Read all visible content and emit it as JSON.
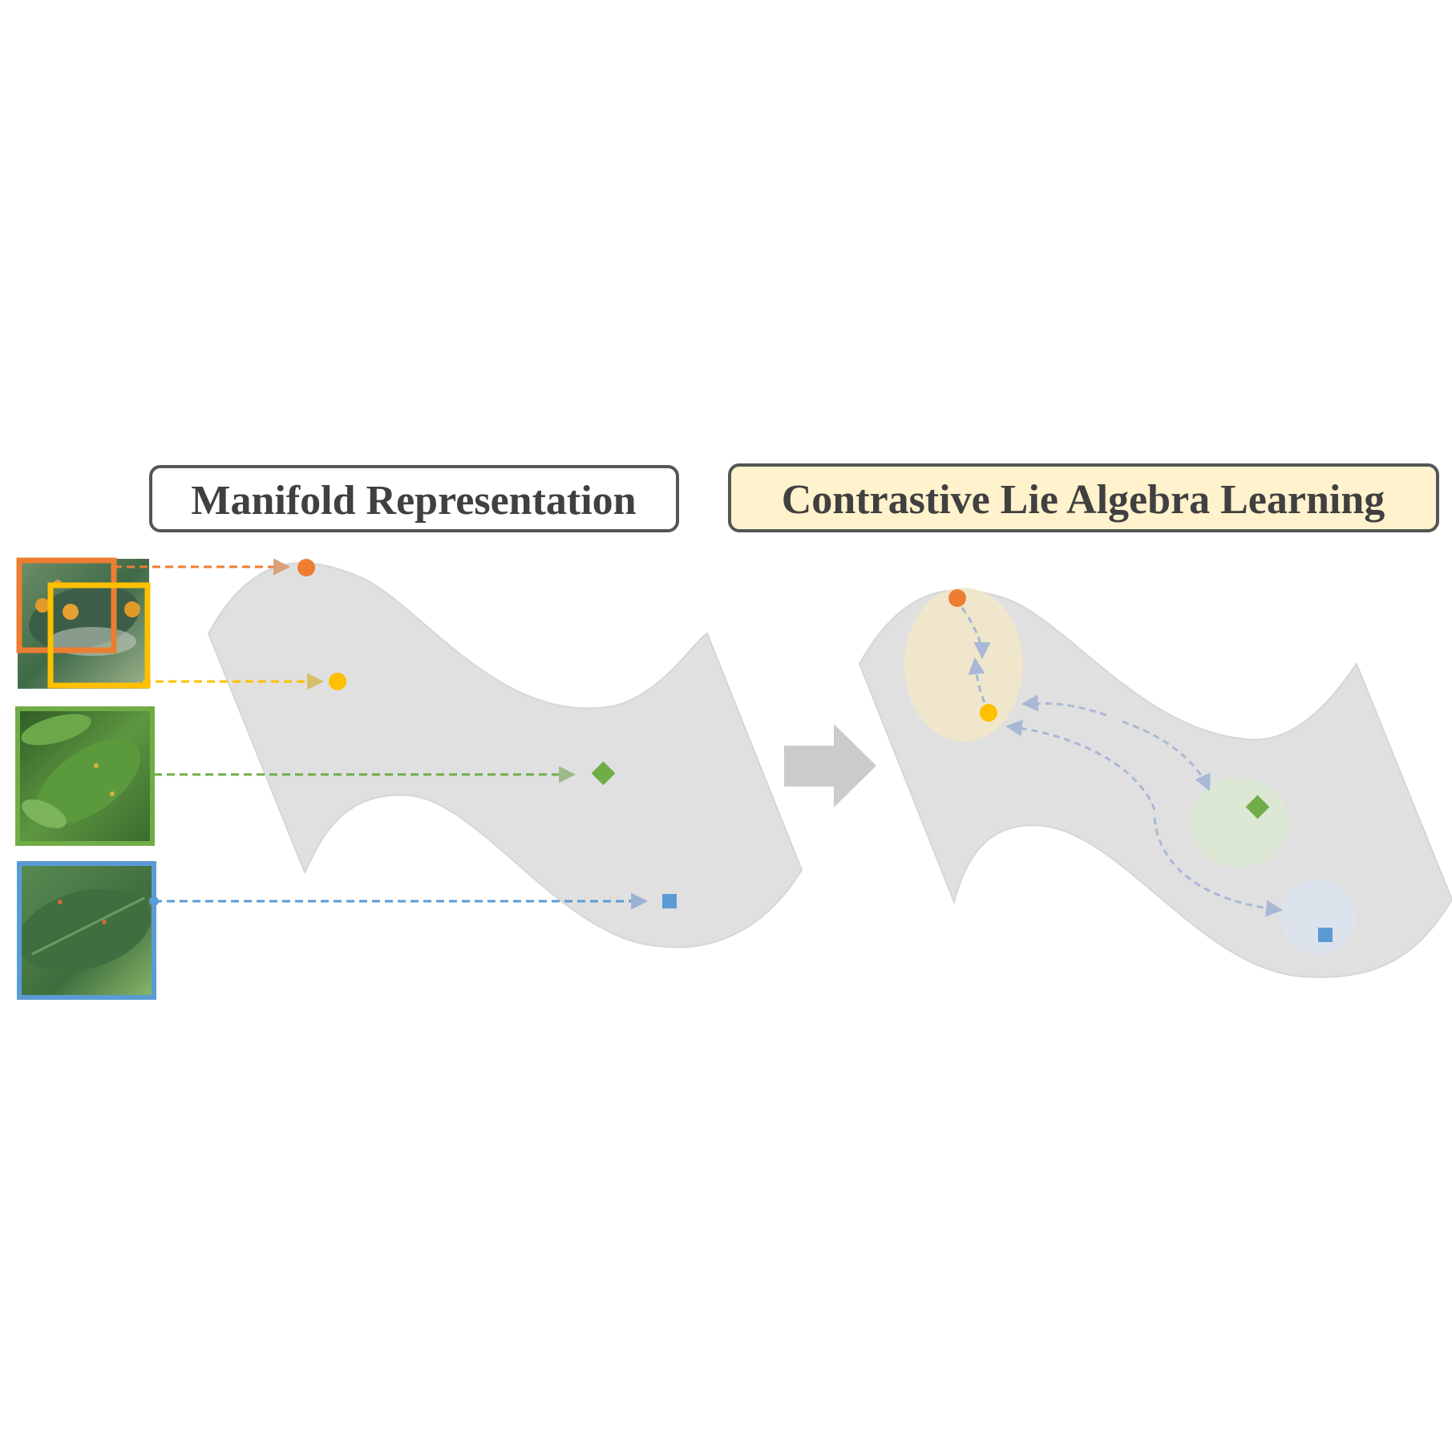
{
  "titles": {
    "left": "Manifold Representation",
    "right": "Contrastive Lie Algebra Learning"
  },
  "colors": {
    "orange": "#ED7D31",
    "yellow": "#FFC000",
    "green": "#70AD47",
    "blue": "#5B9BD5",
    "manifold": "#E0E0E0",
    "right_title_fill": "#FFF2CC",
    "title_border": "#555555",
    "title_text": "#404040",
    "arrow": "#CCCACB",
    "flow_line": "#A9B8D6"
  },
  "icons": {
    "orange_point": "circle",
    "yellow_point": "circle",
    "green_point": "diamond",
    "blue_point": "square",
    "transition": "block-arrow-right"
  }
}
